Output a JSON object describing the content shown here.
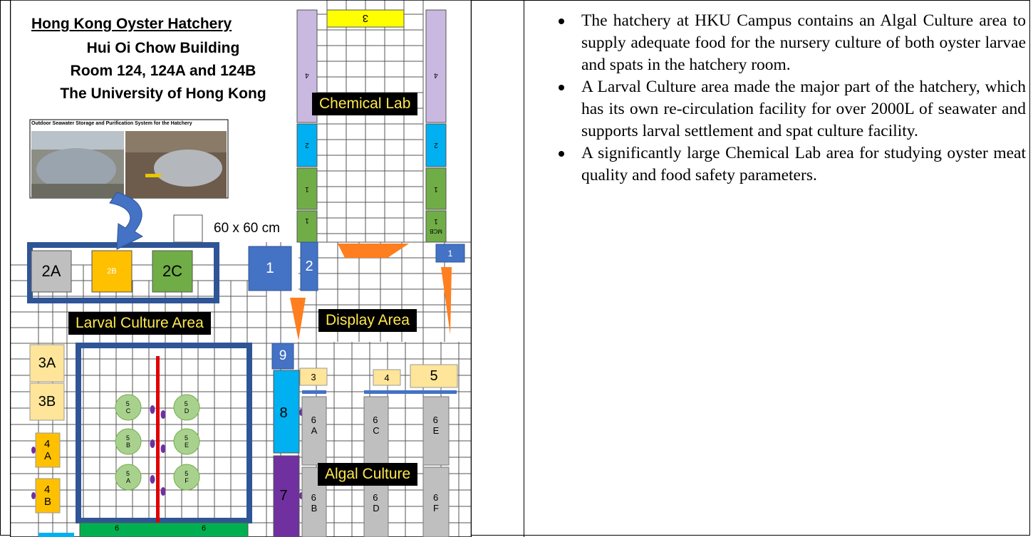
{
  "plan": {
    "title_line1": "Hong Kong Oyster Hatchery",
    "title_line2": "Hui Oi Chow Building",
    "title_line3": "Room 124, 124A and 124B",
    "title_line4": "The University of Hong Kong",
    "photo_caption": "Outdoor Seawater Storage and Purification System for the Hatchery",
    "scale_label": "60 x 60 cm",
    "area_labels": {
      "chemical_lab": "Chemical Lab",
      "larval_culture": "Larval Culture Area",
      "display_area": "Display Area",
      "algal_culture": "Algal Culture"
    },
    "tanks": {
      "t2a": "2A",
      "t2b": "2B",
      "t2c": "2C",
      "t1": "1",
      "t2": "2",
      "t1_small": "1",
      "t9": "9",
      "t3a": "3A",
      "t3b": "3B",
      "t4a": "4\nA",
      "t4b": "4\nB",
      "t8": "8",
      "t7": "7",
      "t3_small": "3",
      "t4_small": "4",
      "t5": "5",
      "t6a": "6\nA",
      "t6b": "6\nB",
      "t6c": "6\nC",
      "t6d": "6\nD",
      "t6e": "6\nE",
      "t6f": "6\nF",
      "t5a": "5\nA",
      "t5b": "5\nB",
      "t5c": "5\nC",
      "t5d": "5\nD",
      "t5e": "5\nE",
      "t5f": "5\nF",
      "bottom_6a": "6",
      "bottom_6b": "6",
      "lab_top": "3",
      "lab_4l": "4",
      "lab_4r": "4",
      "lab_2l": "2",
      "lab_2r": "2",
      "lab_1a": "1",
      "lab_1b": "1",
      "lab_1c": "1",
      "lab_1d": "1",
      "mcb": "MCB"
    }
  },
  "bullets": [
    "The hatchery at HKU Campus contains an Algal Culture area to supply adequate food for the nursery culture of both oyster larvae and spats in the hatchery room.",
    "A Larval Culture area made the major part of the hatchery, which has its own re-circulation facility for over 2000L of seawater and supports larval settlement and spat culture facility.",
    "A significantly large Chemical Lab area for studying oyster meat quality and food safety parameters."
  ],
  "colors": {
    "navy": "#2f5597",
    "orange": "#ff7e1f",
    "amber": "#ffc000",
    "green": "#70ad47",
    "gray": "#bfbfbf",
    "sky": "#00b0f0",
    "purple": "#7030a0",
    "lavender": "#c9b8e0",
    "yellow": "#ffff00",
    "peach": "#ffe599",
    "circle": "#a9d18e"
  }
}
